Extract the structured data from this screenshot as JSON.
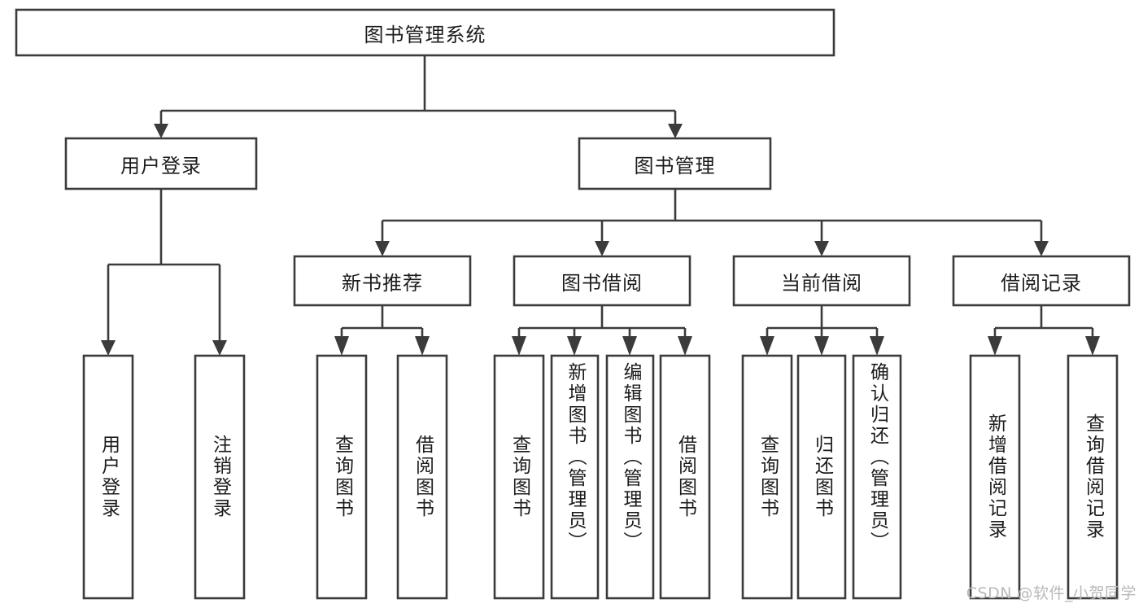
{
  "diagram": {
    "title": "图书管理系统",
    "type": "tree-hierarchy-chart",
    "root": {
      "id": "root",
      "label": "图书管理系统"
    },
    "level2": [
      {
        "id": "user-login",
        "label": "用户登录"
      },
      {
        "id": "book-manage",
        "label": "图书管理"
      }
    ],
    "level3": [
      {
        "id": "new-book-rec",
        "label": "新书推荐"
      },
      {
        "id": "book-borrow",
        "label": "图书借阅"
      },
      {
        "id": "current-borrow",
        "label": "当前借阅"
      },
      {
        "id": "borrow-record",
        "label": "借阅记录"
      }
    ],
    "leaves": {
      "user_login": [
        {
          "id": "leaf-user-login",
          "label": "用户登录"
        },
        {
          "id": "leaf-logout-login",
          "label": "注销登录"
        }
      ],
      "new_book_rec": [
        {
          "id": "leaf-query-book-1",
          "label": "查询图书"
        },
        {
          "id": "leaf-borrow-book-1",
          "label": "借阅图书"
        }
      ],
      "book_borrow": [
        {
          "id": "leaf-query-book-2",
          "label": "查询图书"
        },
        {
          "id": "leaf-add-book",
          "label": "新增图书（管理员）"
        },
        {
          "id": "leaf-edit-book",
          "label": "编辑图书（管理员）"
        },
        {
          "id": "leaf-borrow-book-2",
          "label": "借阅图书"
        }
      ],
      "current_borrow": [
        {
          "id": "leaf-query-book-3",
          "label": "查询图书"
        },
        {
          "id": "leaf-return-book",
          "label": "归还图书"
        },
        {
          "id": "leaf-confirm-return",
          "label": "确认归还（管理员）"
        }
      ],
      "borrow_record": [
        {
          "id": "leaf-add-record",
          "label": "新增借阅记录"
        },
        {
          "id": "leaf-query-record",
          "label": "查询借阅记录"
        }
      ]
    }
  },
  "watermark": {
    "text": "CSDN @软件_小贺同学"
  },
  "colors": {
    "stroke": "#3b3b3b",
    "fill": "#ffffff",
    "text": "#1c1c1c",
    "watermark": "#b9b9b9",
    "background": "#ffffff"
  }
}
